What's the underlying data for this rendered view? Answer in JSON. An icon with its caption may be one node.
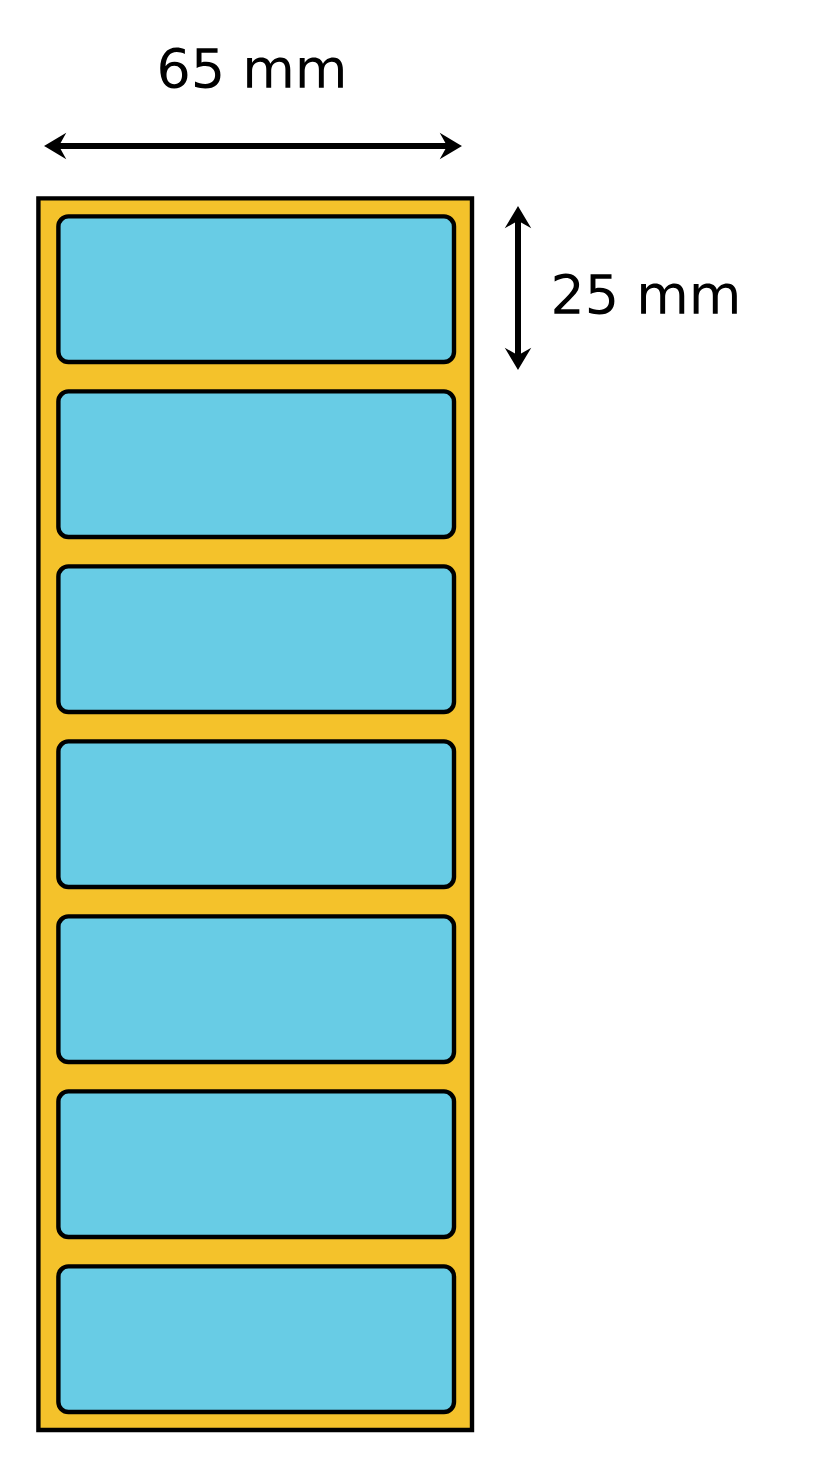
{
  "diagram": {
    "nodes": [
      {
        "text": [],
        "shape": "box"
      },
      {
        "text": [],
        "shape": "box",
        "in": 0
      },
      {
        "text": [],
        "shape": "box",
        "in": 0
      },
      {
        "text": [],
        "shape": "box",
        "in": 0
      },
      {
        "text": [],
        "shape": "box",
        "in": 0
      },
      {
        "text": [],
        "shape": "box",
        "in": 0
      },
      {
        "text": [],
        "shape": "box",
        "in": 0
      },
      {
        "text": [],
        "shape": "box",
        "in": 0
      }
    ],
    "labels": [
      "65 mm",
      "25 mm"
    ]
  }
}
